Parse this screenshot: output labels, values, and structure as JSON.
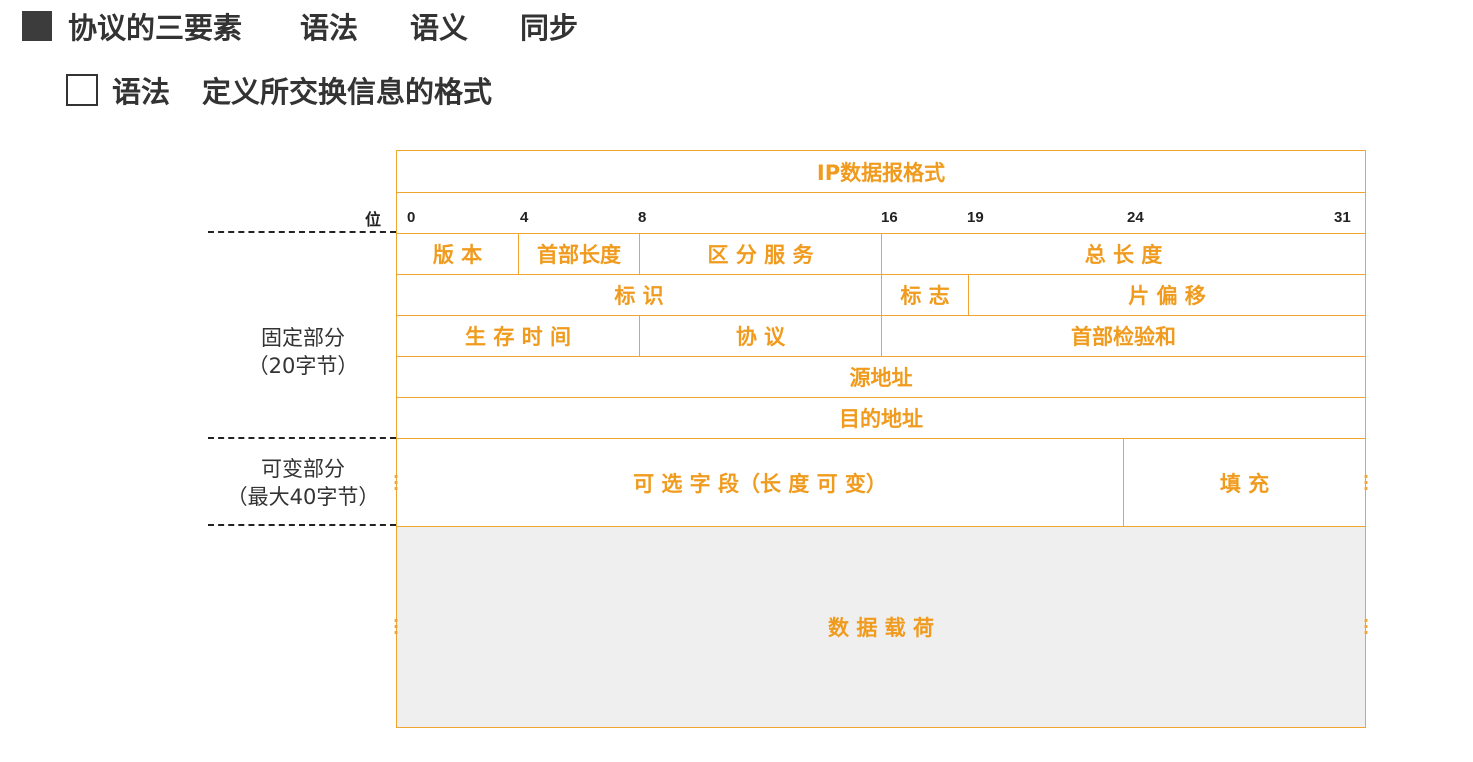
{
  "heading": {
    "title": "协议的三要素",
    "items": [
      "语法",
      "语义",
      "同步"
    ]
  },
  "subheading": {
    "label": "语法",
    "description": "定义所交换信息的格式"
  },
  "diagram": {
    "title": "IP数据报格式",
    "bits_label": "位",
    "bit_ticks": [
      "0",
      "4",
      "8",
      "16",
      "19",
      "24",
      "31"
    ],
    "fields": {
      "version": "版 本",
      "header_length": "首部长度",
      "dsf": "区 分 服 务",
      "total_length": "总 长 度",
      "identification": "标 识",
      "flags": "标 志",
      "fragment_offset": "片 偏 移",
      "ttl": "生 存 时 间",
      "protocol": "协 议",
      "checksum": "首部检验和",
      "source_address": "源地址",
      "destination_address": "目的地址",
      "options": "可 选 字 段（长 度 可 变）",
      "padding": "填 充",
      "payload": "数 据 载 荷"
    },
    "sections": {
      "fixed_line1": "固定部分",
      "fixed_line2": "（20字节）",
      "variable_line1": "可变部分",
      "variable_line2": "（最大40字节）"
    },
    "colors": {
      "accent": "#f0a530",
      "text": "#f09b1e",
      "payload_bg": "#efefef"
    }
  }
}
